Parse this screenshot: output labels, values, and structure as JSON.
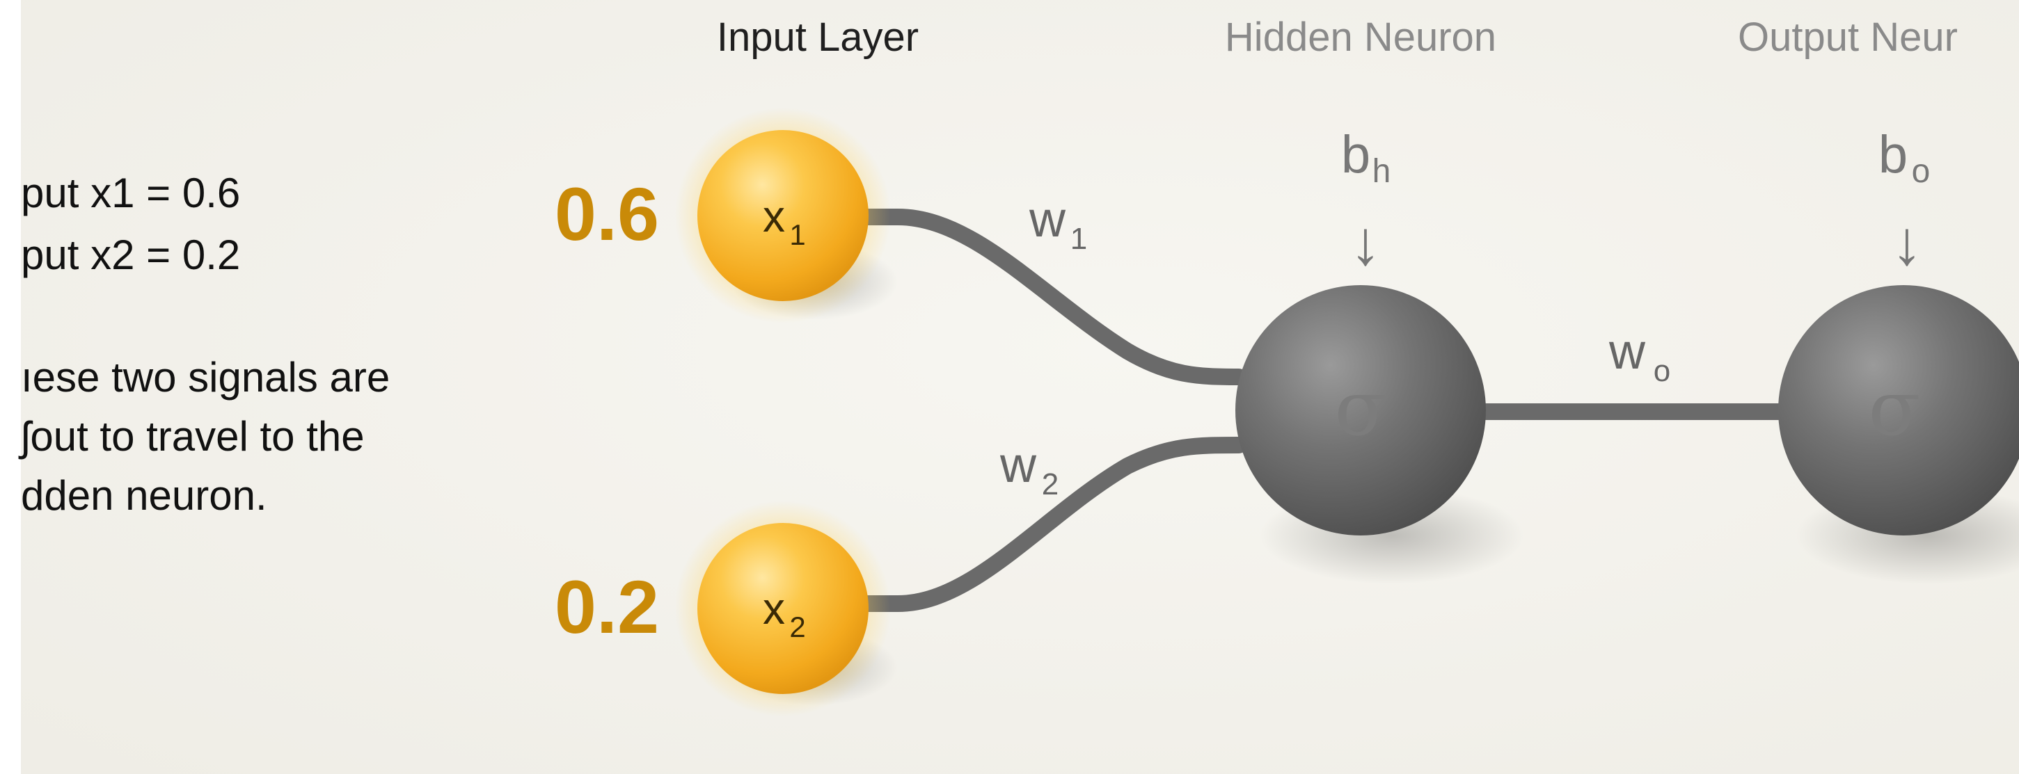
{
  "headers": {
    "input_layer": "Input Layer",
    "hidden_neuron": "Hidden Neuron",
    "output_neuron": "Output Neur"
  },
  "left_text": {
    "line1": "put x1 = 0.6",
    "line2": "put x2 = 0.2",
    "line3": "ıese two signals are",
    "line4": "ʃout to travel to the",
    "line5": "dden neuron."
  },
  "inputs": [
    {
      "value_label": "0.6",
      "var": "x",
      "sub": "1"
    },
    {
      "value_label": "0.2",
      "var": "x",
      "sub": "2"
    }
  ],
  "weights": {
    "w1": {
      "base": "w",
      "sub": "1"
    },
    "w2": {
      "base": "w",
      "sub": "2"
    },
    "wo": {
      "base": "w",
      "sub": "o"
    }
  },
  "biases": {
    "bh": {
      "base": "b",
      "sub": "h",
      "arrow": "↓"
    },
    "bo": {
      "base": "b",
      "sub": "o",
      "arrow": "↓"
    }
  },
  "neurons": {
    "hidden_symbol": "σ",
    "output_symbol": "σ"
  },
  "colors": {
    "background": "#f4f2ec",
    "input_node": "#f6b52a",
    "input_value": "#c98a08",
    "neuron": "#6b6b6b",
    "connection": "#6a6a6a",
    "header_dark": "#1f1f1f",
    "header_muted": "#8a8a8a",
    "text": "#111111"
  }
}
